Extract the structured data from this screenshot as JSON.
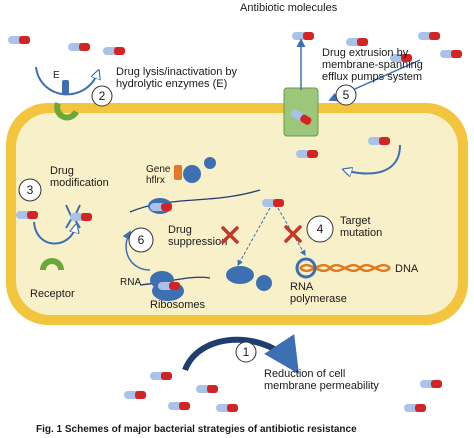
{
  "labels": {
    "antibiotic_molecules": "Antibiotic molecules",
    "lysis_line1": "Drug lysis/inactivation by",
    "lysis_line2": "hydrolytic enzymes (E)",
    "enzyme_letter": "E",
    "extrusion_line1": "Drug extrusion by",
    "extrusion_line2": "membrane-spanning",
    "extrusion_line3": "efflux pumps system",
    "drug_mod_line1": "Drug",
    "drug_mod_line2": "modification",
    "gene_line1": "Gene",
    "gene_line2": "hflrx",
    "drug_supp_line1": "Drug",
    "drug_supp_line2": "suppression",
    "target_line1": "Target",
    "target_line2": "mutation",
    "dna": "DNA",
    "rna": "RNA",
    "ribosomes": "Ribosomes",
    "rna_pol_line1": "RNA",
    "rna_pol_line2": "polymerase",
    "receptor": "Receptor",
    "reduction_line1": "Reduction of cell",
    "reduction_line2": "membrane permeability",
    "caption": "Fig. 1 Schemes of major bacterial strategies of antibiotic resistance"
  },
  "mechanisms": [
    "1",
    "2",
    "3",
    "4",
    "5",
    "6"
  ],
  "colors": {
    "cell_outline": "#f3c53f",
    "cytoplasm": "#f8f0c8",
    "membrane_band": "#f6d55e",
    "ribosome": "#3d6fb3",
    "drug_red": "#d32323",
    "drug_blue": "#a8c2ea",
    "receptor_green": "#6aa83a",
    "efflux_pump": "#9cc77a",
    "gene_orange": "#e6762a",
    "target_x": "#c0392b",
    "arrow_blue": "#3d6fb3",
    "dna_orange": "#e07a20"
  }
}
